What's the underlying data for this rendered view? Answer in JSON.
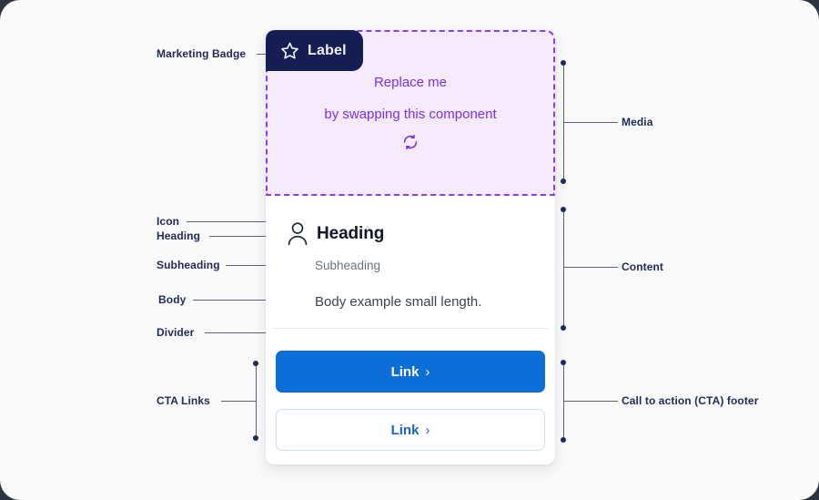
{
  "card": {
    "badge": {
      "icon": "star-icon",
      "label": "Label"
    },
    "media": {
      "line1": "Replace me",
      "line2": "by swapping this component",
      "icon": "swap-refresh-icon",
      "accent_color": "#7b2ff7",
      "background_color": "#f6eafd"
    },
    "content": {
      "icon": "person-icon",
      "heading": "Heading",
      "subheading": "Subheading",
      "body": "Body example small length."
    },
    "cta": {
      "primary": {
        "label": "Link",
        "chevron": "›",
        "color": "#0d6ed8"
      },
      "secondary": {
        "label": "Link",
        "chevron": "›",
        "color": "#1a62c9"
      }
    }
  },
  "annotations": {
    "left": [
      {
        "label": "Marketing Badge"
      },
      {
        "label": "Icon"
      },
      {
        "label": "Heading"
      },
      {
        "label": "Subheading"
      },
      {
        "label": "Body"
      },
      {
        "label": "Divider"
      },
      {
        "label": "CTA Links"
      }
    ],
    "right": [
      {
        "label": "Media"
      },
      {
        "label": "Content"
      },
      {
        "label": "Call to action (CTA) footer"
      }
    ]
  },
  "colors": {
    "annotation_text": "#1f2a5a",
    "annotation_line": "#5a627f",
    "badge_background": "#151d52",
    "page_background": "#fafafa"
  }
}
